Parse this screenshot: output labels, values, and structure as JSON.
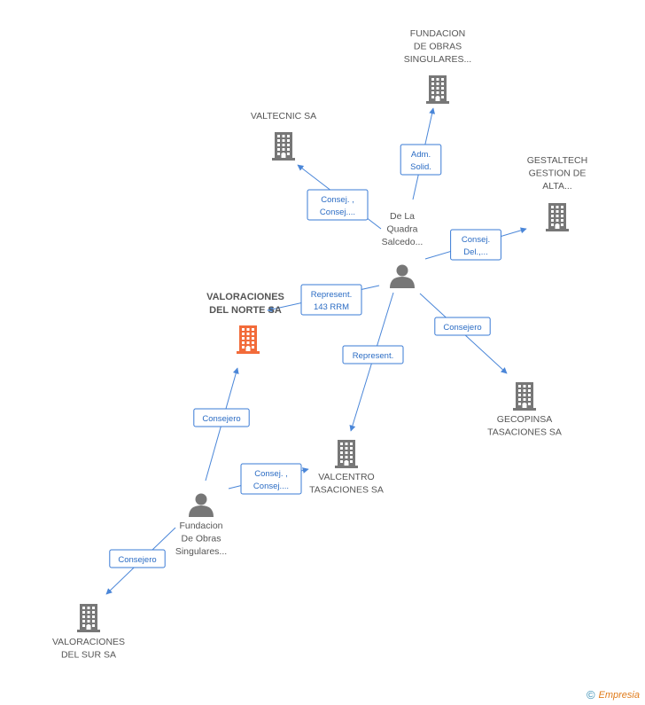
{
  "nodes": [
    {
      "id": "n_valtecnic",
      "kind": "company",
      "lines": [
        "VALTECNIC SA"
      ],
      "main": false
    },
    {
      "id": "n_fundobras",
      "kind": "company",
      "lines": [
        "FUNDACION",
        "DE OBRAS",
        "SINGULARES..."
      ],
      "main": false
    },
    {
      "id": "n_gestaltech",
      "kind": "company",
      "lines": [
        "GESTALTECH",
        "GESTION DE",
        "ALTA..."
      ],
      "main": false
    },
    {
      "id": "n_delaquadra",
      "kind": "person",
      "lines": [
        "De La",
        "Quadra",
        "Salcedo..."
      ],
      "main": false
    },
    {
      "id": "n_valnorte",
      "kind": "company",
      "lines": [
        "VALORACIONES",
        "DEL NORTE SA"
      ],
      "main": true
    },
    {
      "id": "n_gecopinsa",
      "kind": "company",
      "lines": [
        "GECOPINSA",
        "TASACIONES SA"
      ],
      "main": false
    },
    {
      "id": "n_valcentro",
      "kind": "company",
      "lines": [
        "VALCENTRO",
        "TASACIONES SA"
      ],
      "main": false
    },
    {
      "id": "n_fundperson",
      "kind": "person",
      "lines": [
        "Fundacion",
        "De Obras",
        "Singulares..."
      ],
      "main": false
    },
    {
      "id": "n_valsur",
      "kind": "company",
      "lines": [
        "VALORACIONES",
        "DEL SUR SA"
      ],
      "main": false
    }
  ],
  "edges": [
    {
      "from": "n_delaquadra",
      "to": "n_fundobras",
      "label": [
        "Adm.",
        "Solid."
      ]
    },
    {
      "from": "n_delaquadra",
      "to": "n_valtecnic",
      "label": [
        "Consej. ,",
        "Consej...."
      ]
    },
    {
      "from": "n_delaquadra",
      "to": "n_gestaltech",
      "label": [
        "Consej.",
        "Del.,..."
      ]
    },
    {
      "from": "n_delaquadra",
      "to": "n_valnorte",
      "label": [
        "Represent.",
        "143 RRM"
      ]
    },
    {
      "from": "n_delaquadra",
      "to": "n_gecopinsa",
      "label": [
        "Consejero"
      ]
    },
    {
      "from": "n_delaquadra",
      "to": "n_valcentro",
      "label": [
        "Represent."
      ]
    },
    {
      "from": "n_fundperson",
      "to": "n_valnorte",
      "label": [
        "Consejero"
      ]
    },
    {
      "from": "n_fundperson",
      "to": "n_valcentro",
      "label": [
        "Consej. ,",
        "Consej...."
      ]
    },
    {
      "from": "n_fundperson",
      "to": "n_valsur",
      "label": [
        "Consejero"
      ]
    }
  ],
  "colors": {
    "main_node": "#f26b3a",
    "node": "#777777",
    "edge": "#4a86d8",
    "edge_text": "#2b6cc4"
  },
  "footer": {
    "copyright_symbol": "©",
    "brand": "Empresia"
  }
}
